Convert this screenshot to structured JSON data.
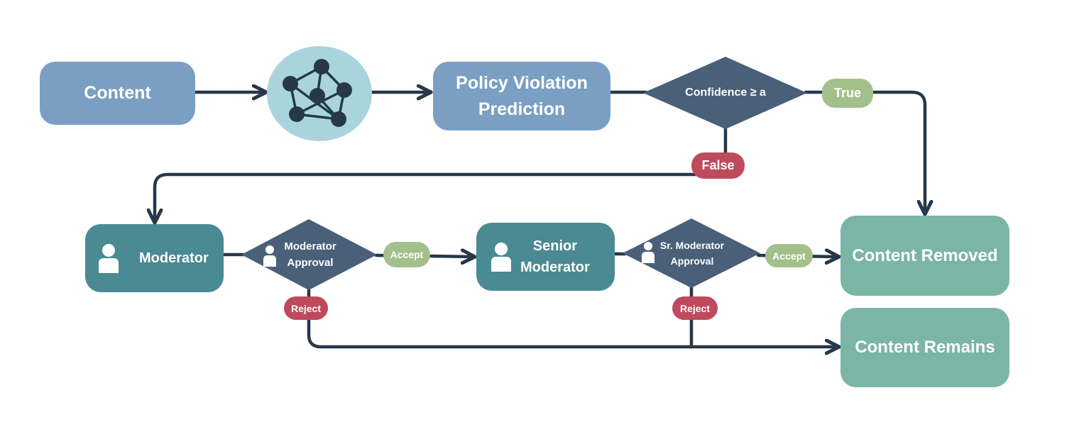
{
  "nodes": {
    "content": "Content",
    "policy_prediction": [
      "Policy Violation",
      "Prediction"
    ],
    "confidence_decision": "Confidence ≥ a",
    "moderator": "Moderator",
    "moderator_approval": [
      "Moderator",
      "Approval"
    ],
    "senior_moderator": [
      "Senior",
      "Moderator"
    ],
    "sr_moderator_approval": [
      "Sr. Moderator",
      "Approval"
    ],
    "content_removed": "Content Removed",
    "content_remains": "Content Remains"
  },
  "edge_labels": {
    "true": "True",
    "false": "False",
    "accept_1": "Accept",
    "accept_2": "Accept",
    "reject_1": "Reject",
    "reject_2": "Reject"
  },
  "colors": {
    "connector": "#263849",
    "input_node": "#7a9fc2",
    "decision": "#4a6078",
    "human_node": "#4a8a92",
    "outcome": "#7bb5a6",
    "positive": "#a3c08a",
    "negative": "#be4a5d",
    "model_circle": "#a9d4dc"
  },
  "icons": [
    "neural-network-icon",
    "user-icon"
  ]
}
